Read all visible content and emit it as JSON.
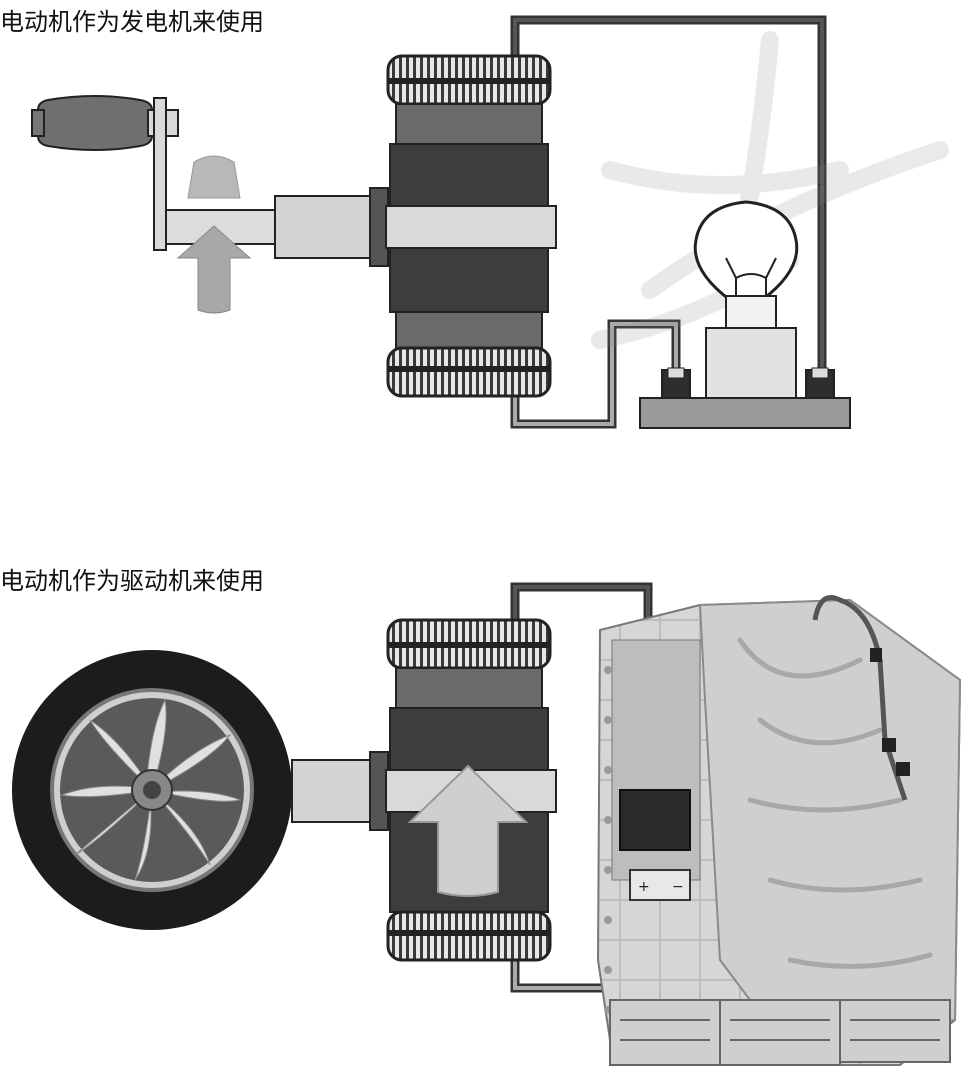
{
  "panel_generator": {
    "caption": "电动机作为发电机来使用",
    "components": [
      "hand-crank",
      "rotation-arrow",
      "drive-shaft",
      "electric-motor",
      "wiring",
      "light-bulb"
    ]
  },
  "panel_drive": {
    "caption": "电动机作为驱动机来使用",
    "components": [
      "wheel",
      "drive-shaft",
      "electric-motor",
      "wiring",
      "battery-pack"
    ]
  }
}
